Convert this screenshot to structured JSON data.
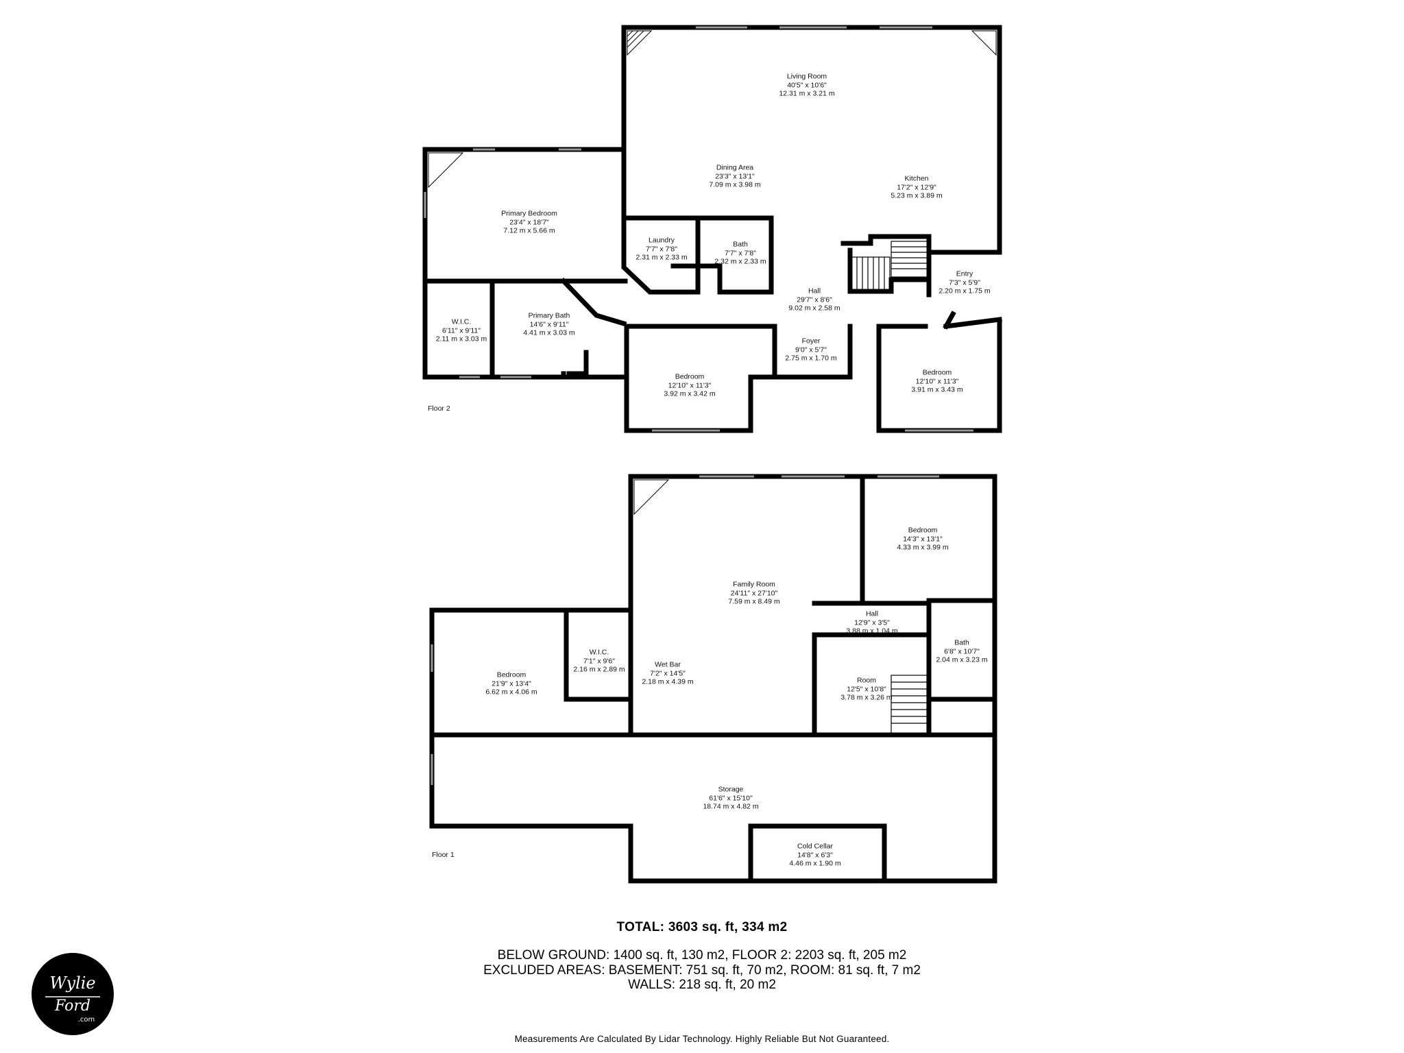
{
  "floors": [
    {
      "label": "Floor 2",
      "rooms": [
        {
          "name": "Living Room",
          "imperial": "40'5\" x 10'6\"",
          "metric": "12.31 m x 3.21 m"
        },
        {
          "name": "Dining Area",
          "imperial": "23'3\" x 13'1\"",
          "metric": "7.09 m x 3.98 m"
        },
        {
          "name": "Kitchen",
          "imperial": "17'2\" x 12'9\"",
          "metric": "5.23 m x 3.89 m"
        },
        {
          "name": "Primary Bedroom",
          "imperial": "23'4\" x 18'7\"",
          "metric": "7.12 m x 5.66 m"
        },
        {
          "name": "Laundry",
          "imperial": "7'7\" x 7'8\"",
          "metric": "2.31 m x 2.33 m"
        },
        {
          "name": "Bath",
          "imperial": "7'7\" x 7'8\"",
          "metric": "2.32 m x 2.33 m"
        },
        {
          "name": "Entry",
          "imperial": "7'3\" x 5'9\"",
          "metric": "2.20 m x 1.75 m"
        },
        {
          "name": "Hall",
          "imperial": "29'7\" x 8'6\"",
          "metric": "9.02 m x 2.58 m"
        },
        {
          "name": "W.I.C.",
          "imperial": "6'11\" x 9'11\"",
          "metric": "2.11 m x 3.03 m"
        },
        {
          "name": "Primary Bath",
          "imperial": "14'6\" x 9'11\"",
          "metric": "4.41 m x 3.03 m"
        },
        {
          "name": "Foyer",
          "imperial": "9'0\" x 5'7\"",
          "metric": "2.75 m x 1.70 m"
        },
        {
          "name": "Bedroom",
          "imperial": "12'10\" x 11'3\"",
          "metric": "3.92 m x 3.42 m"
        },
        {
          "name": "Bedroom",
          "imperial": "12'10\" x 11'3\"",
          "metric": "3.91 m x 3.43 m"
        }
      ]
    },
    {
      "label": "Floor 1",
      "rooms": [
        {
          "name": "Bedroom",
          "imperial": "14'3\" x 13'1\"",
          "metric": "4.33 m x 3.99 m"
        },
        {
          "name": "Family Room",
          "imperial": "24'11\" x 27'10\"",
          "metric": "7.59 m x 8.49 m"
        },
        {
          "name": "Hall",
          "imperial": "12'9\" x 3'5\"",
          "metric": "3.88 m x 1.04 m"
        },
        {
          "name": "Bedroom",
          "imperial": "21'9\" x 13'4\"",
          "metric": "6.62 m x 4.06 m"
        },
        {
          "name": "W.I.C.",
          "imperial": "7'1\" x 9'6\"",
          "metric": "2.16 m x 2.89 m"
        },
        {
          "name": "Wet Bar",
          "imperial": "7'2\" x 14'5\"",
          "metric": "2.18 m x 4.39 m"
        },
        {
          "name": "Bath",
          "imperial": "6'8\" x 10'7\"",
          "metric": "2.04 m x 3.23 m"
        },
        {
          "name": "Room",
          "imperial": "12'5\" x 10'8\"",
          "metric": "3.78 m x 3.26 m"
        },
        {
          "name": "Storage",
          "imperial": "61'6\" x 15'10\"",
          "metric": "18.74 m x 4.82 m"
        },
        {
          "name": "Cold Cellar",
          "imperial": "14'8\" x 6'3\"",
          "metric": "4.46 m x 1.90 m"
        }
      ]
    }
  ],
  "summary": {
    "total": "TOTAL: 3603 sq. ft, 334 m2",
    "lines": [
      "BELOW GROUND: 1400 sq. ft, 130 m2, FLOOR 2: 2203 sq. ft, 205 m2",
      "EXCLUDED AREAS: BASEMENT: 751 sq. ft, 70 m2, ROOM: 81 sq. ft, 7 m2",
      "WALLS: 218 sq. ft, 20 m2"
    ],
    "disclaimer": "Measurements Are Calculated By Lidar Technology. Highly Reliable But Not Guaranteed."
  },
  "logo": {
    "text_line1": "Wylie",
    "text_line2": "Ford",
    "text_line3": ".com"
  },
  "colors": {
    "wall": "#000000",
    "background": "#ffffff",
    "window": "#9a9a9a"
  }
}
